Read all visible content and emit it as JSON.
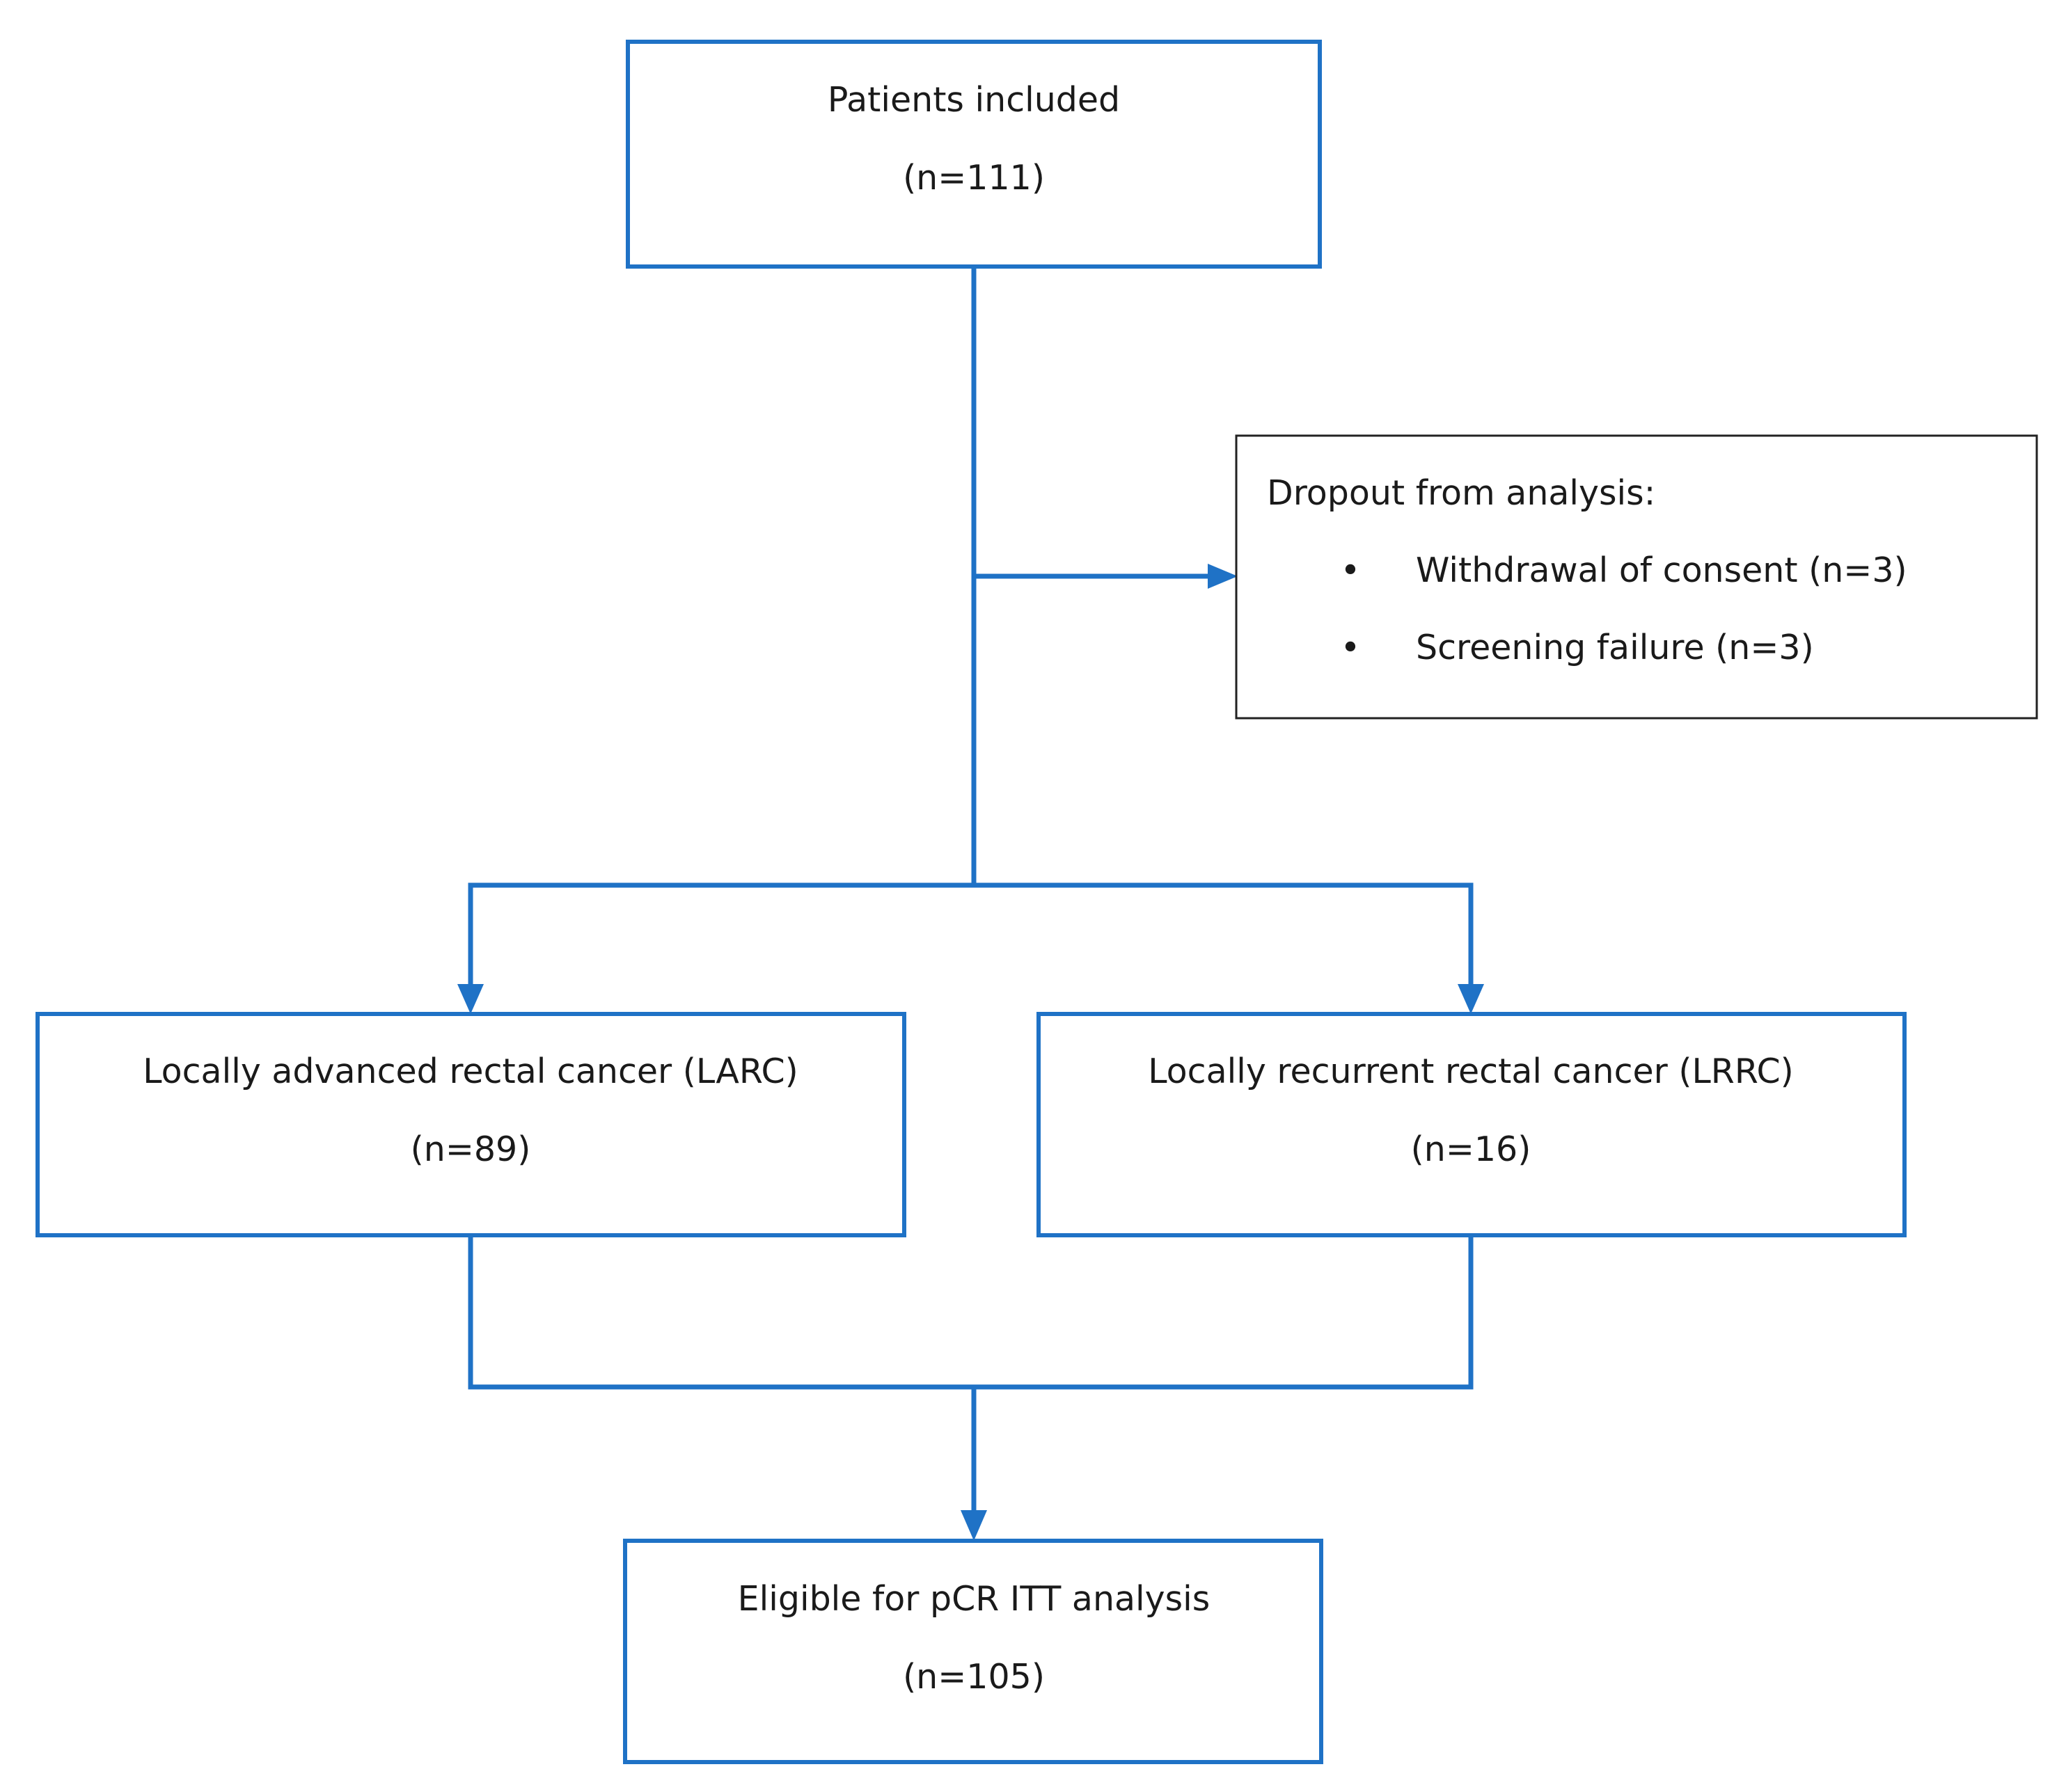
{
  "colors": {
    "accent": "#1f72c6",
    "dropout_border": "#222222",
    "text": "#1a1a1a"
  },
  "boxes": {
    "included": {
      "title": "Patients included",
      "count": "(n=111)"
    },
    "dropout": {
      "title": "Dropout from analysis:",
      "items": [
        {
          "bullet": "•",
          "label": "Withdrawal of consent (n=3)"
        },
        {
          "bullet": "•",
          "label": "Screening failure (n=3)"
        }
      ]
    },
    "larc": {
      "title": "Locally advanced rectal cancer (LARC)",
      "count": "(n=89)"
    },
    "lrrc": {
      "title": "Locally recurrent rectal cancer (LRRC)",
      "count": "(n=16)"
    },
    "eligible": {
      "title": "Eligible for pCR ITT analysis",
      "count": "(n=105)"
    }
  }
}
